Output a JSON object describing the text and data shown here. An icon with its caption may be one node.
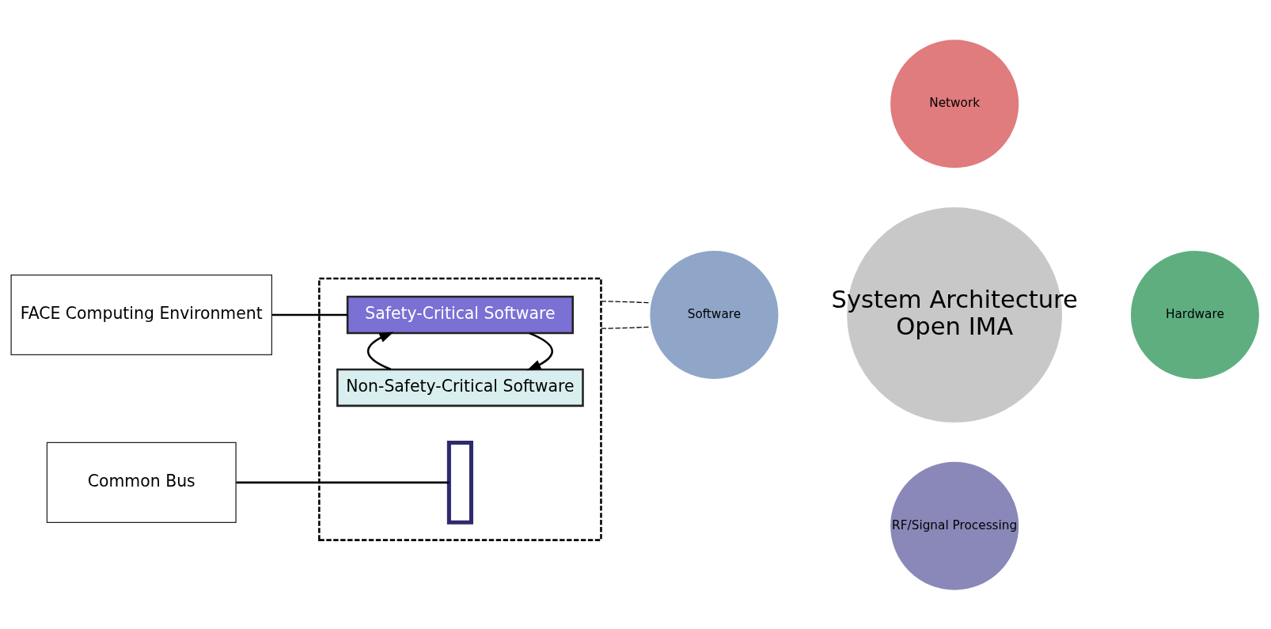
{
  "diagram": {
    "nodes": [
      {
        "text": [
          "FACE Computing Environment"
        ]
      },
      {
        "text": [
          "Common Bus"
        ]
      },
      {
        "text": [],
        "shape": "box"
      },
      {
        "text": [
          "Safety-Critical Software"
        ],
        "in": 2
      },
      {
        "text": [],
        "shape": "bar",
        "in": 2
      },
      {
        "text": [
          "Non-Safety-Critical Software"
        ],
        "in": 2
      },
      {
        "text": [
          "Network"
        ]
      },
      {
        "text": [
          "Software"
        ]
      },
      {
        "text": [
          "System Architecture",
          "Open IMA"
        ]
      },
      {
        "text": [
          "Hardware"
        ]
      },
      {
        "text": [
          "RF/Signal Processing"
        ]
      }
    ],
    "edges": [
      {
        "from": 0,
        "to": 3,
        "arrow": "none"
      },
      {
        "from": 1,
        "to": 4,
        "arrow": "none"
      },
      {
        "from": 3,
        "to": 5,
        "arrow": "to"
      },
      {
        "from": 5,
        "to": 3,
        "arrow": "to"
      },
      {
        "from": 2,
        "to": 7,
        "arrow": "none",
        "style": "dashed"
      },
      {
        "from": 2,
        "to": 7,
        "arrow": "none",
        "style": "dashed"
      }
    ]
  }
}
